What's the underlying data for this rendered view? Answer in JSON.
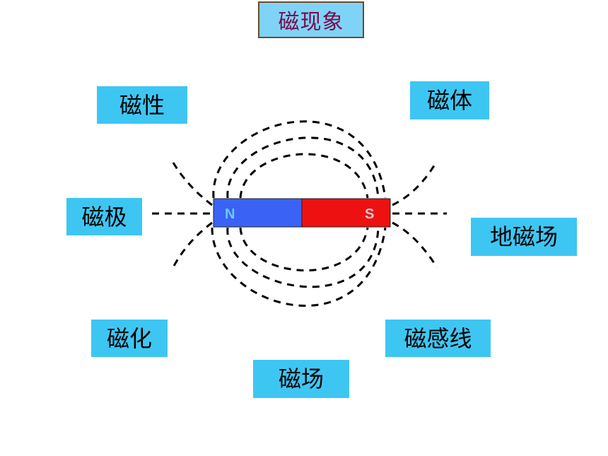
{
  "title": "磁现象",
  "labels": {
    "magnetism": "磁性",
    "magnet": "磁体",
    "magnetic_pole": "磁极",
    "geomagnetic_field": "地磁场",
    "magnetization": "磁化",
    "magnetic_field_lines": "磁感线",
    "magnetic_field": "磁场"
  },
  "magnet": {
    "north_label": "N",
    "south_label": "S",
    "north_color": "#3a63f5",
    "south_color": "#ee1111"
  },
  "colors": {
    "title_bg": "#7fd3f7",
    "title_text": "#7a0a4a",
    "label_bg": "#3ec6f3"
  }
}
